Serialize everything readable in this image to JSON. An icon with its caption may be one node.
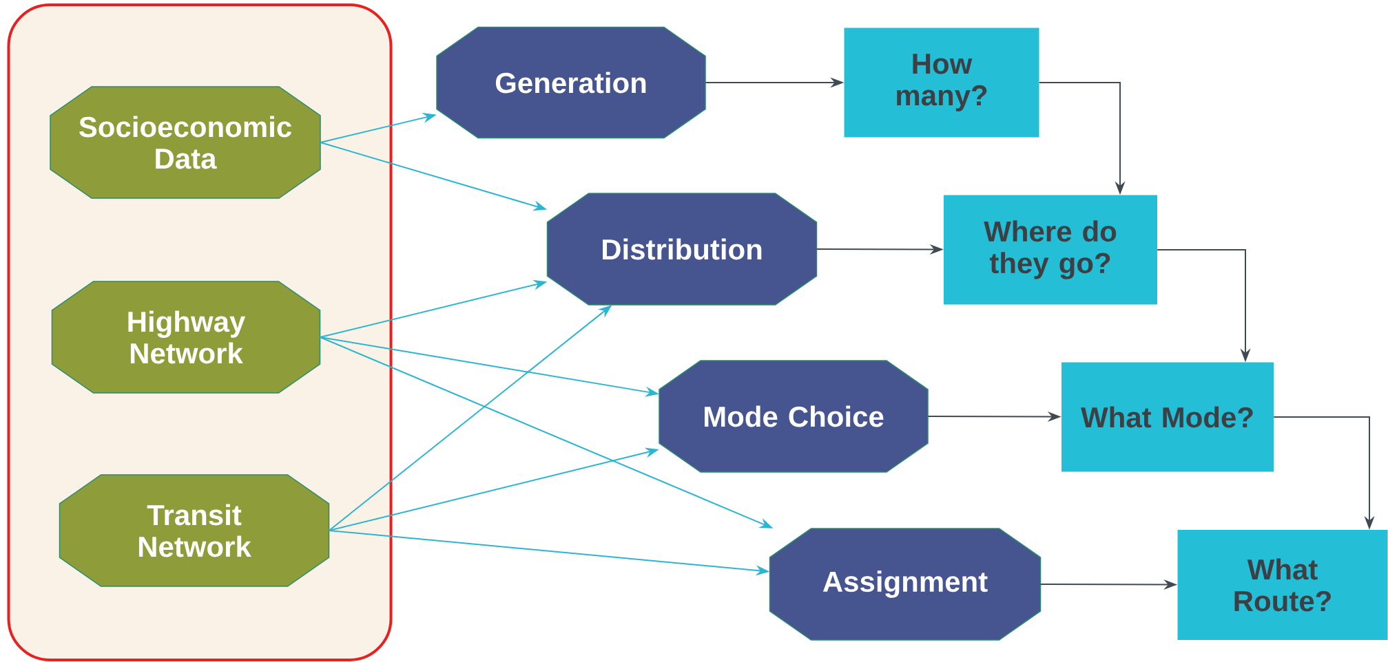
{
  "diagram": {
    "nodes": [
      {
        "text": [],
        "shape": "box"
      },
      {
        "text": [
          "Socioeconomic Data"
        ],
        "in": 0
      },
      {
        "text": [
          "Highway Network"
        ],
        "in": 0
      },
      {
        "text": [
          "Transit Network"
        ],
        "in": 0
      },
      {
        "text": [
          "Generation"
        ]
      },
      {
        "text": [
          "Distribution"
        ]
      },
      {
        "text": [
          "Mode Choice"
        ]
      },
      {
        "text": [
          "Assignment"
        ]
      },
      {
        "text": [
          "How many?"
        ]
      },
      {
        "text": [
          "Where do they go?"
        ]
      },
      {
        "text": [
          "What Mode?"
        ]
      },
      {
        "text": [
          "What Route?"
        ]
      }
    ],
    "edges": [
      {
        "from": 1,
        "to": 4,
        "arrow": "to"
      },
      {
        "from": 1,
        "to": 5,
        "arrow": "to"
      },
      {
        "from": 2,
        "to": 5,
        "arrow": "to"
      },
      {
        "from": 2,
        "to": 6,
        "arrow": "to"
      },
      {
        "from": 2,
        "to": 7,
        "arrow": "to"
      },
      {
        "from": 3,
        "to": 5,
        "arrow": "to"
      },
      {
        "from": 3,
        "to": 6,
        "arrow": "to"
      },
      {
        "from": 3,
        "to": 7,
        "arrow": "to"
      },
      {
        "from": 4,
        "to": 8,
        "arrow": "to",
        "color": "#3f4a52"
      },
      {
        "from": 5,
        "to": 9,
        "arrow": "to",
        "color": "#3f4a52"
      },
      {
        "from": 6,
        "to": 10,
        "arrow": "to",
        "color": "#3f4a52"
      },
      {
        "from": 7,
        "to": 11,
        "arrow": "to",
        "color": "#3f4a52"
      },
      {
        "from": 8,
        "to": 9,
        "arrow": "to",
        "color": "#3f4a52"
      },
      {
        "from": 9,
        "to": 10,
        "arrow": "to",
        "color": "#3f4a52"
      },
      {
        "from": 10,
        "to": 11,
        "arrow": "to",
        "color": "#3f4a52"
      }
    ]
  }
}
